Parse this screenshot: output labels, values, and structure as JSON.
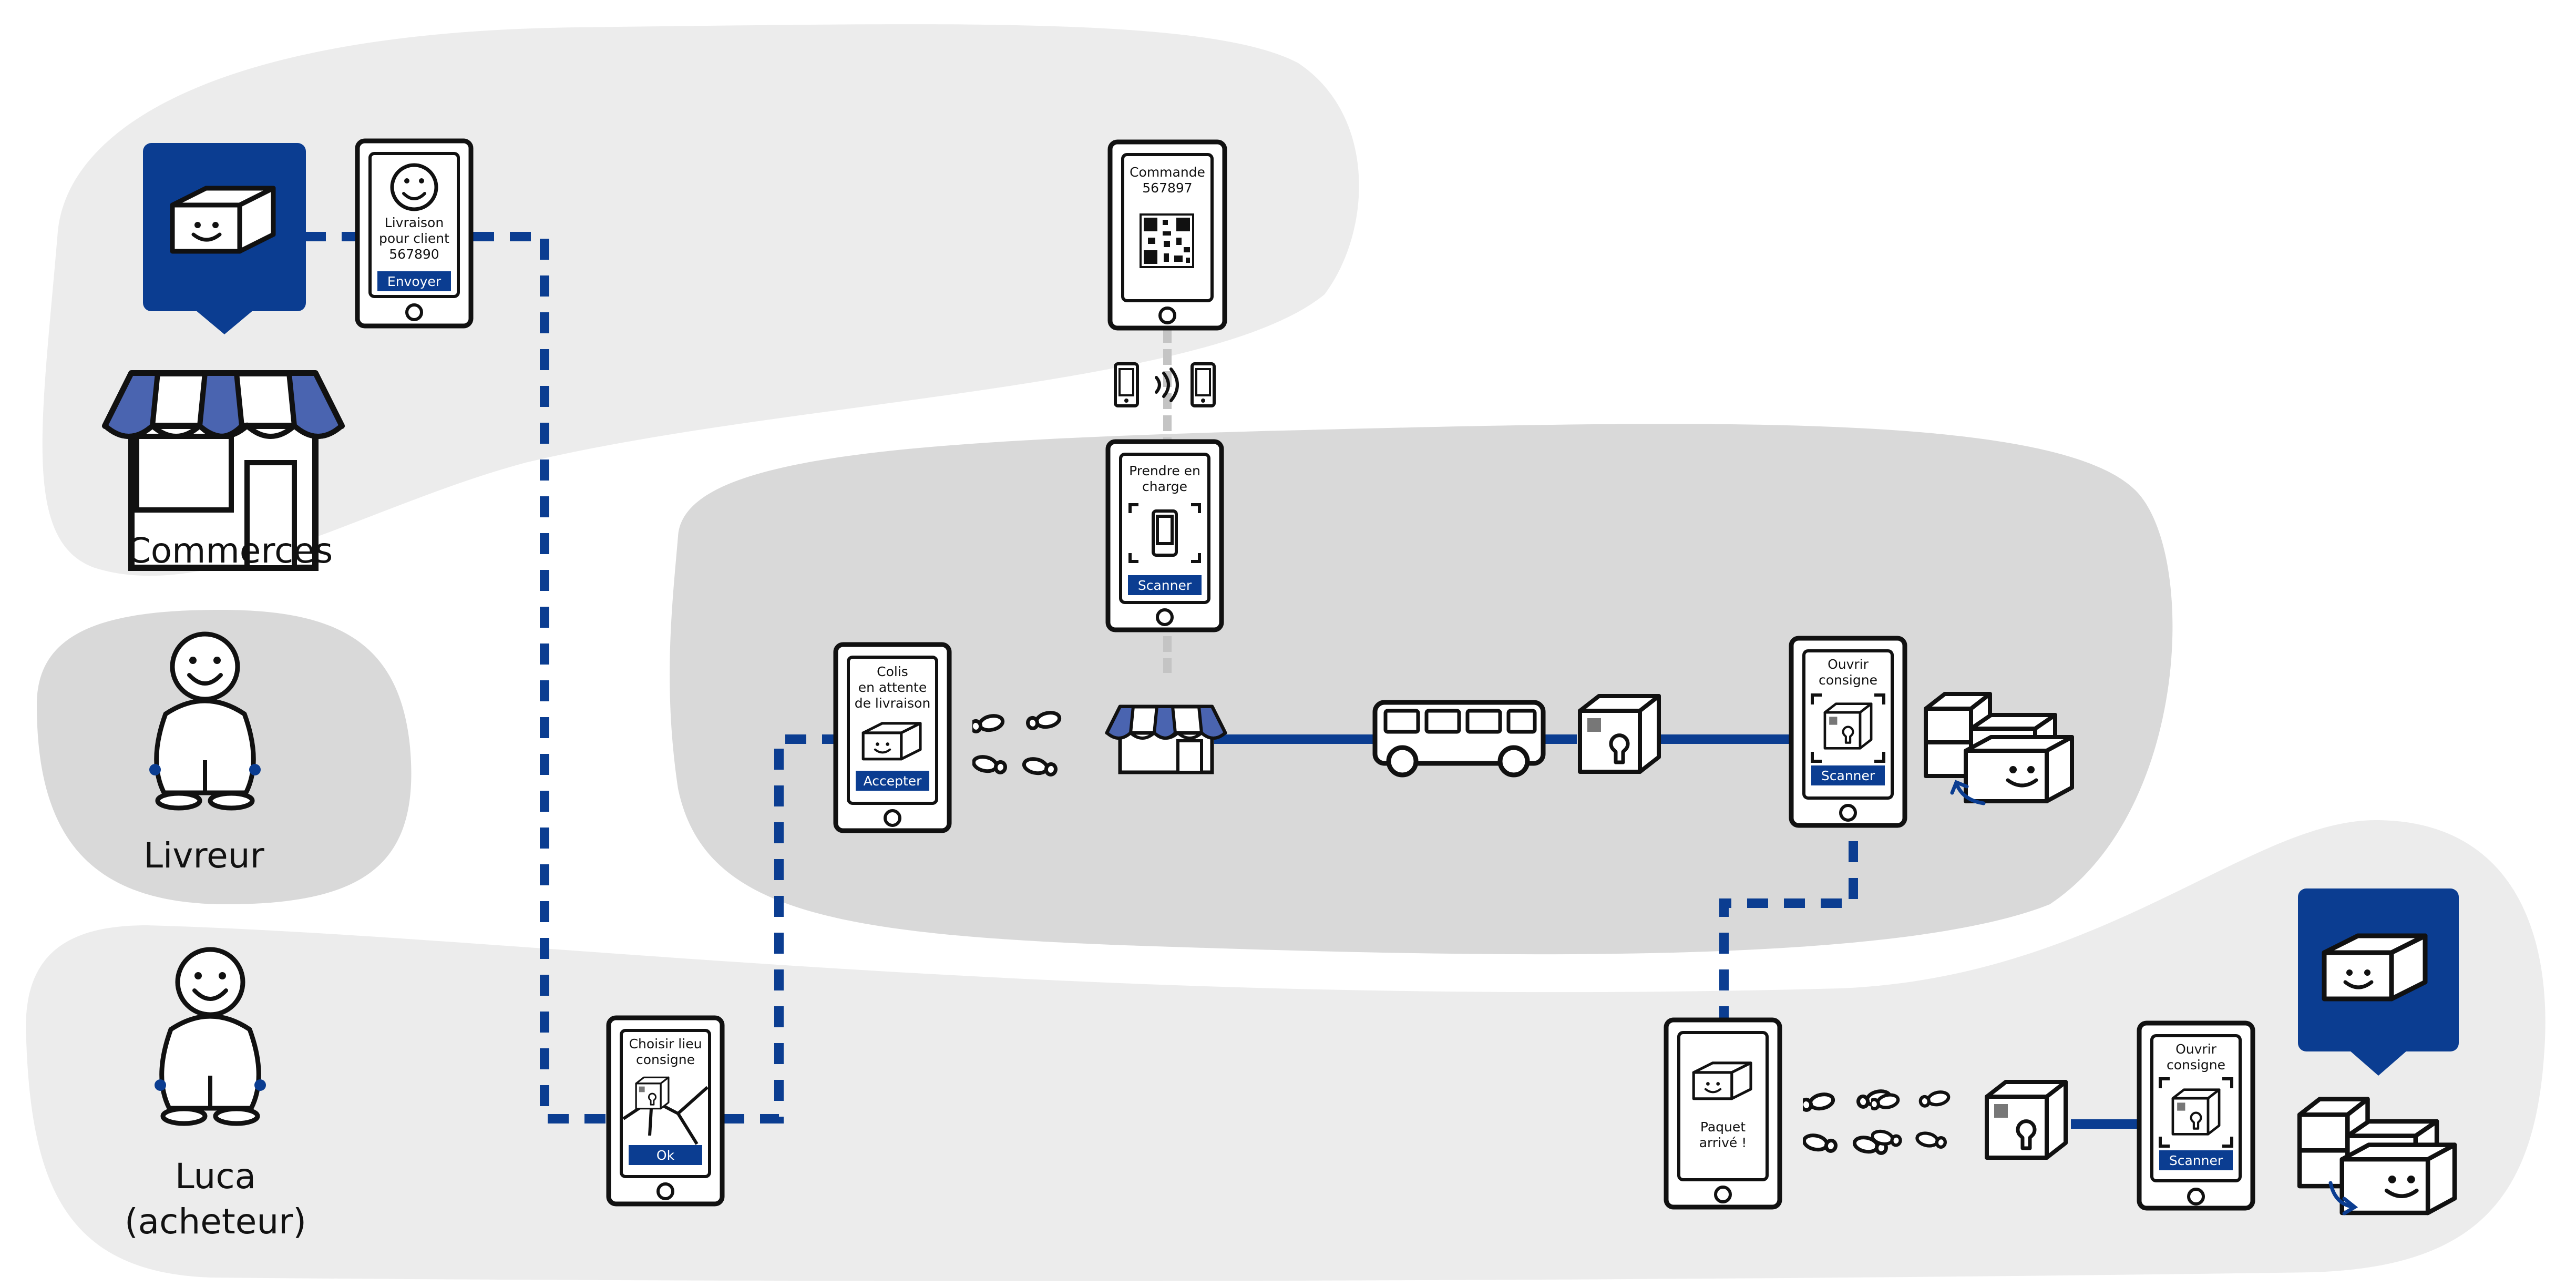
{
  "zones": {
    "commerces": "Commerces",
    "livreur": "Livreur",
    "luca_name": "Luca",
    "luca_role": "(acheteur)"
  },
  "phones": {
    "shop": {
      "line1": "Livraison",
      "line2": "pour client",
      "line3": "567890",
      "button": "Envoyer"
    },
    "order": {
      "line1": "Commande",
      "line2": "567897"
    },
    "pickup": {
      "line1": "Prendre en",
      "line2": "charge",
      "button": "Scanner"
    },
    "courier": {
      "line1": "Colis",
      "line2": "en attente",
      "line3": "de livraison",
      "button": "Accepter"
    },
    "choose": {
      "line1": "Choisir lieu",
      "line2": "consigne",
      "button": "Ok"
    },
    "open_courier": {
      "line1": "Ouvrir",
      "line2": "consigne",
      "button": "Scanner"
    },
    "arrived": {
      "line1": "Paquet",
      "line2": "arrivé !"
    },
    "open_buyer": {
      "line1": "Ouvrir",
      "line2": "consigne",
      "button": "Scanner"
    }
  },
  "colors": {
    "brand_blue": "#0b3d91",
    "awning_blue": "#4a64b0",
    "zone_light": "#ececec",
    "zone_mid": "#d9d9d9",
    "ink": "#111111",
    "nfc_grey": "#c4c4c4"
  },
  "icons": [
    "box-face-icon",
    "shop-icon",
    "person-icon",
    "footsteps-icon",
    "bus-icon",
    "locker-icon",
    "qr-code-icon",
    "nfc-icon",
    "boxes-icon",
    "phone-icon"
  ]
}
